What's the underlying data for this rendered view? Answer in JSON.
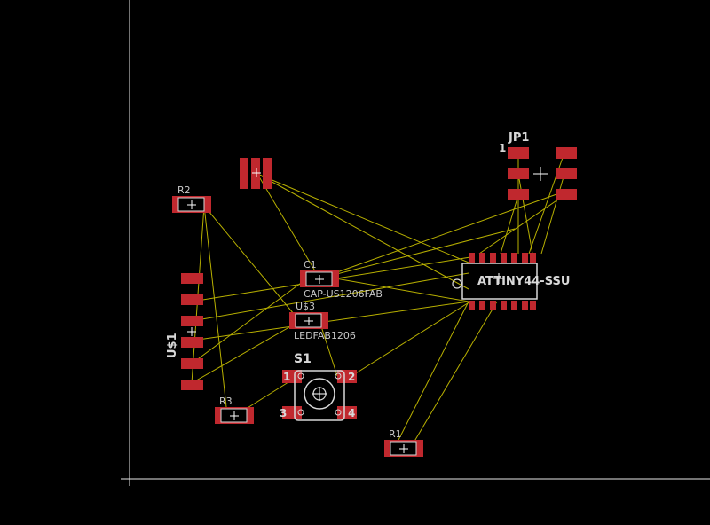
{
  "view": {
    "background": "#000000",
    "pad_color": "#c0282e",
    "airwire_color": "#b8b000",
    "silk_color": "#d8d8d8"
  },
  "components": {
    "jp1": {
      "name": "JP1",
      "pin1": "1"
    },
    "r2": {
      "name": "R2"
    },
    "c1": {
      "name": "C1",
      "value": "CAP-US1206FAB"
    },
    "u3": {
      "name": "U$3",
      "value": "LEDFAB1206"
    },
    "u1": {
      "name": "U$1"
    },
    "ic": {
      "name": "ATTINY44-SSU"
    },
    "s1": {
      "name": "S1",
      "pins": [
        "1",
        "2",
        "3",
        "4"
      ]
    },
    "r3": {
      "name": "R3"
    },
    "r1": {
      "name": "R1"
    }
  }
}
